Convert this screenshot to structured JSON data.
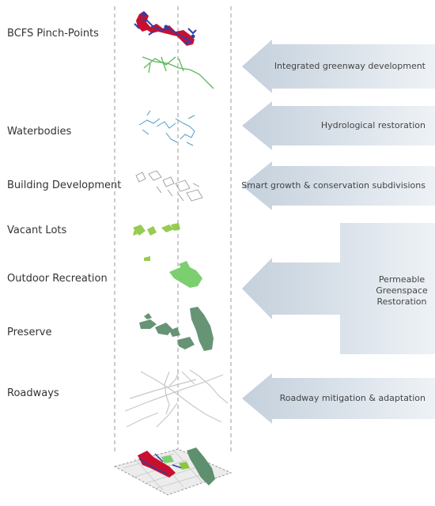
{
  "layers": [
    {
      "id": "bcfs",
      "label": "BCFS Pinch-Points"
    },
    {
      "id": "waterbodies",
      "label": "Waterbodies"
    },
    {
      "id": "building",
      "label": "Building Development"
    },
    {
      "id": "vacant",
      "label": "Vacant Lots"
    },
    {
      "id": "recreation",
      "label": "Outdoor Recreation"
    },
    {
      "id": "preserve",
      "label": "Preserve"
    },
    {
      "id": "roadways",
      "label": "Roadways"
    }
  ],
  "strategies": [
    {
      "id": "greenway",
      "label": "Integrated greenway development"
    },
    {
      "id": "hydro",
      "label": "Hydrological restoration"
    },
    {
      "id": "smart",
      "label": "Smart growth & conservation subdivisions"
    },
    {
      "id": "permeable",
      "lines": [
        "Permeable",
        "Greenspace",
        "Restoration"
      ]
    },
    {
      "id": "roadway",
      "label": "Roadway mitigation & adaptation"
    }
  ],
  "colors": {
    "arrow_fill": "#d3dde7",
    "label_text": "#333333",
    "pinch_red": "#c8102e",
    "pinch_blue": "#2b3fb0",
    "greenway": "#5cb85c",
    "water": "#4f9ec7",
    "building": "#9a9a9a",
    "vacant": "#8cc63f",
    "recreation": "#7ccf6f",
    "preserve": "#5e8f6e",
    "road": "#c8c8c8",
    "guide": "#9a9a9a"
  }
}
